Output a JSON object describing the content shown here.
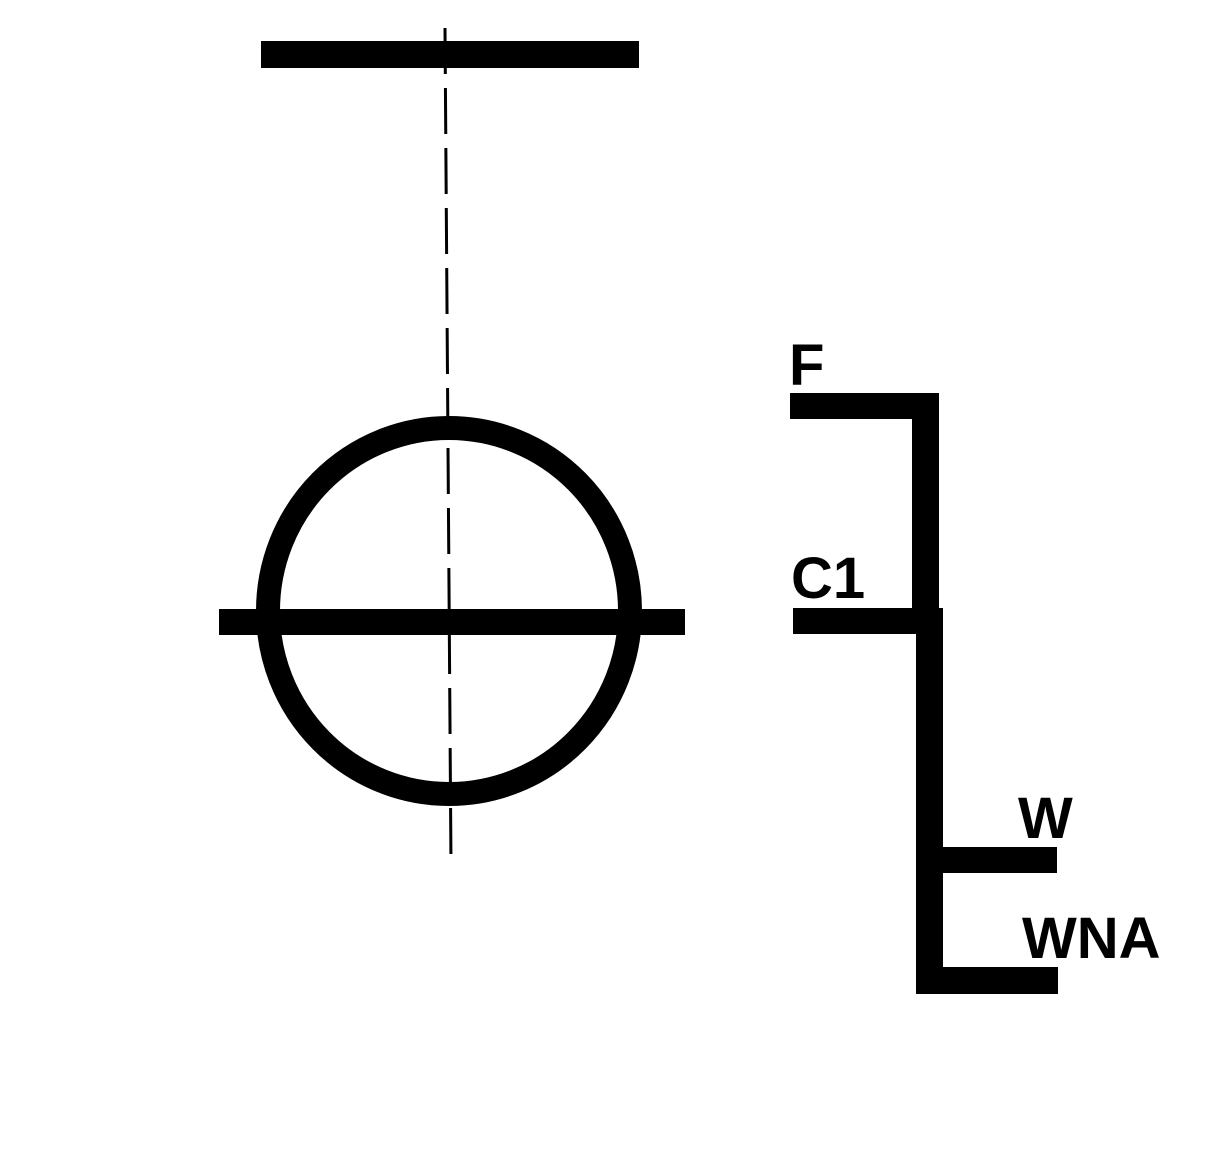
{
  "diagram": {
    "labels": {
      "f": "F",
      "c1": "C1",
      "w": "W",
      "wna": "WNA"
    },
    "colors": {
      "ink": "#000000",
      "background": "#ffffff"
    }
  }
}
